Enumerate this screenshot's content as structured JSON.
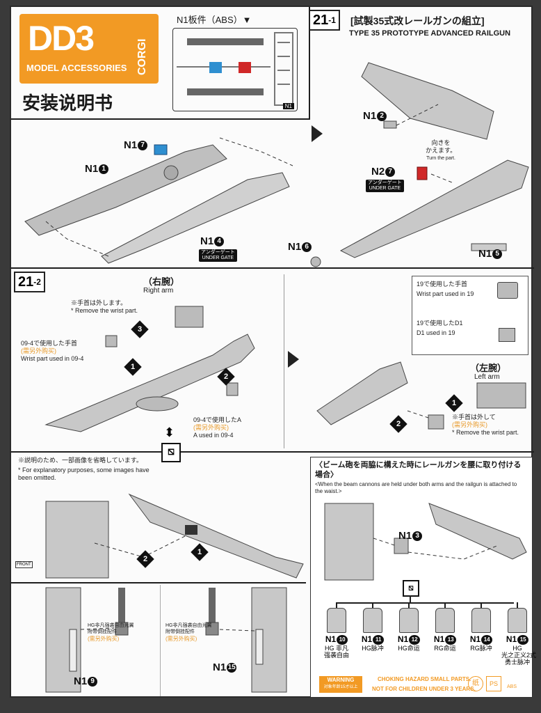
{
  "logo": {
    "letters": "DD3",
    "sub": "MODEL ACCESSORIES",
    "corgi": "CORGI"
  },
  "manual_title": "安装说明书",
  "runner_label": "N1板件（ABS）▼",
  "runner_tag": "N1",
  "section_21_1": {
    "num": "21",
    "sub": "-1",
    "title_jp": "[試製35式改レールガンの組立]",
    "title_en": "TYPE 35 PROTOTYPE ADVANCED RAILGUN"
  },
  "section_21_2": {
    "num": "21",
    "sub": "-2"
  },
  "parts_top": {
    "n1_7": "N1",
    "n1_7_n": "7",
    "n1_1": "N1",
    "n1_1_n": "1",
    "n1_4": "N1",
    "n1_4_n": "4",
    "n1_2": "N1",
    "n1_2_n": "2",
    "n2_7": "N2",
    "n2_7_n": "7",
    "n1_6": "N1",
    "n1_6_n": "6",
    "n1_5": "N1",
    "n1_5_n": "5",
    "gate_jp": "アンダーゲート",
    "gate_en": "UNDER GATE",
    "turn_jp": "向きを\nかえます。",
    "turn_en": "Turn the part."
  },
  "middle_left": {
    "right_arm_cn": "（右腕）",
    "right_arm_en": "Right arm",
    "remove_jp": "※手首は外します。",
    "remove_en": "* Remove the wrist part.",
    "wrist_09_jp": "09-4で使用した手首",
    "wrist_09_cn": "(需另外购买)",
    "wrist_09_en": "Wrist part used in 09-4",
    "a17_jp": "09-4で使用したA",
    "a17_cn": "(需另外购买)",
    "a17_en": "A used in 09-4",
    "steps": [
      "1",
      "2",
      "3"
    ]
  },
  "middle_right": {
    "wrist19_jp": "19で使用した手首",
    "wrist19_en": "Wrist part used in 19",
    "d1_19_jp": "19で使用したD1",
    "d1_19_en": "D1 used in 19",
    "left_arm_cn": "（左腕）",
    "left_arm_en": "Left arm",
    "remove_jp": "※手首は外して",
    "remove_cn": "(需另外购买)",
    "remove_en": "* Remove the wrist part.",
    "steps": [
      "1",
      "2"
    ]
  },
  "omitted_note": {
    "jp": "※説明のため、一部画像を省略しています。",
    "en": "* For explanatory purposes, some images have been omitted."
  },
  "front_label": "FRONT",
  "waist_box": {
    "title_jp": "〈ビーム砲を両脇に構えた時にレールガンを腰に取り付ける場合〉",
    "title_en": "<When the beam cannons are held under both arms and the railgun is attached to the waist.>",
    "n1_3": "N1",
    "n1_3_n": "3",
    "options": [
      {
        "id": "N1",
        "n": "10",
        "label": "HG 非凡\n强袭自由"
      },
      {
        "id": "N1",
        "n": "11",
        "label": "HG脉冲"
      },
      {
        "id": "N1",
        "n": "12",
        "label": "HG命运"
      },
      {
        "id": "N1",
        "n": "13",
        "label": "RG命运"
      },
      {
        "id": "N1",
        "n": "14",
        "label": "RG脉冲"
      },
      {
        "id": "N1",
        "n": "15",
        "label": "HG\n光之正义2式\n勇士脉冲"
      }
    ]
  },
  "bottom_left": {
    "note_a": "HG非凡强袭自由光翼\n附带倒挂配件",
    "note_a_cn": "(需另外购买)",
    "note_b": "HG非凡强袭自由光翼\n附带倒挂配件",
    "note_b_cn": "(需另外购买)",
    "n1_9": "N1",
    "n1_9_n": "9",
    "n1_15": "N1",
    "n1_15_n": "15"
  },
  "warning": {
    "badge": "WARNING",
    "badge_sub": "对象年龄15才以上",
    "text1": "CHOKING HAZARD SMALL PARTS.",
    "text2": "NOT FOR CHILDREN UNDER 3 YEARS.",
    "icon1": "纸",
    "icon2": "PS",
    "abs": "ABS"
  },
  "colors": {
    "brand_orange": "#f29a24",
    "ink": "#1e1e1e",
    "part_blue": "#2f8fd0",
    "part_red": "#d02828"
  }
}
